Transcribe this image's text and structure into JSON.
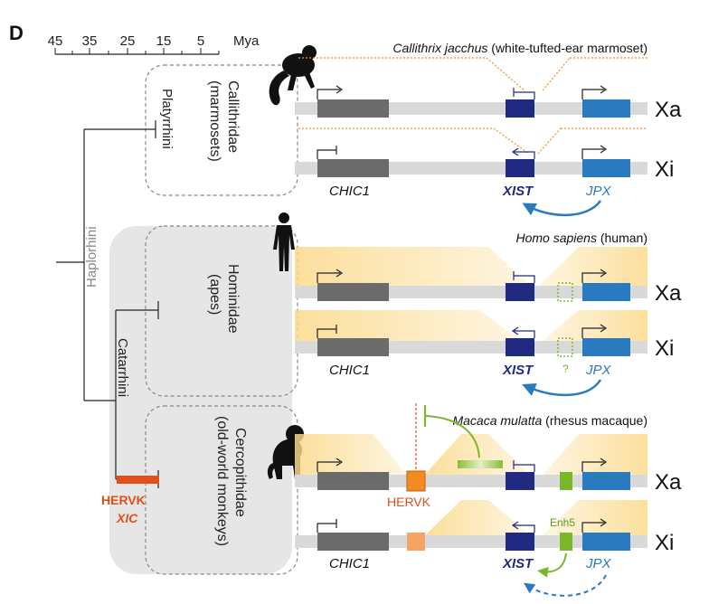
{
  "panel_label": "D",
  "timescale": {
    "ticks": [
      "45",
      "35",
      "25",
      "15",
      "5"
    ],
    "unit": "Mya"
  },
  "tree": {
    "root_label": "Haplorhini",
    "branch_platyrrhini": "Platyrrhini",
    "branch_catarrhini": "Catarrhini",
    "event_label_1": "HERVK",
    "event_label_2": "XIC"
  },
  "clades": [
    {
      "name_line1": "Callithridae",
      "name_line2": "(marmosets)",
      "species_italic": "Callithrix jacchus",
      "species_common": " (white-tufted-ear marmoset)",
      "silhouette": "marmoset-icon"
    },
    {
      "name_line1": "Hominidae",
      "name_line2": "(apes)",
      "species_italic": "Homo sapiens",
      "species_common": " (human)",
      "silhouette": "human-icon"
    },
    {
      "name_line1": "Cercopithidae",
      "name_line2": "(old-world monkeys)",
      "species_italic": "Macaca mulatta",
      "species_common": " (rhesus macaque)",
      "silhouette": "macaque-icon"
    }
  ],
  "chromosomes": {
    "xa": "Xa",
    "xi": "Xi"
  },
  "genes": {
    "chic1": "CHIC1",
    "xist": "XIST",
    "jpx": "JPX",
    "hervk": "HERVK",
    "enh5": "Enh5",
    "question": "?"
  },
  "colors": {
    "chic1": "#6b6b6b",
    "xist": "#1f2a80",
    "jpx": "#2a7ac0",
    "hervk": "#f28c1e",
    "hervk_label": "#e0501c",
    "enh5": "#7ab82a",
    "track": "#d9d9d9",
    "shade": "#fbd98a",
    "clade_bg": "#e6e6e6"
  }
}
